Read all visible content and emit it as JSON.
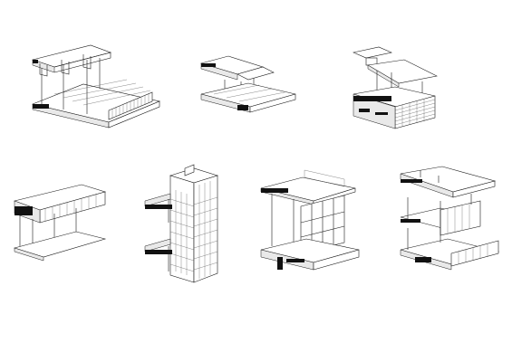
{
  "figure": {
    "title": "",
    "background": "#ffffff",
    "line_color": "#1a1a1a",
    "detail_count": 7,
    "rows": [
      {
        "row": 1,
        "details": [
          "open-roof-slab-detail",
          "stepped-slab-detail",
          "cantilever-canopy-detail"
        ]
      },
      {
        "row": 2,
        "details": [
          "facade-band-detail",
          "tall-mesh-facade-detail",
          "framed-window-bay-detail",
          "stacked-balcony-detail"
        ]
      }
    ]
  }
}
